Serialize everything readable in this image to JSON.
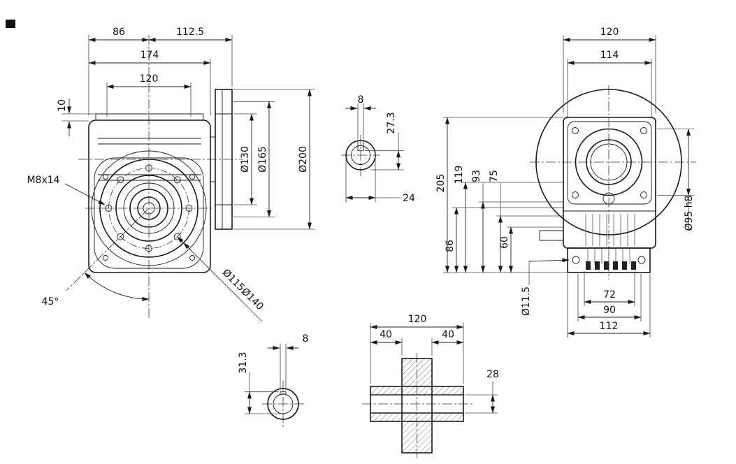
{
  "colors": {
    "line": "#1a1a1a",
    "background": "#ffffff"
  },
  "views": {
    "front": {
      "d86": "86",
      "d112_5": "112.5",
      "d174": "174",
      "d120": "120",
      "d10": "10",
      "m8x14": "M8x14",
      "d130": "Ø130",
      "d165": "Ø165",
      "d200": "Ø200",
      "d115": "Ø115",
      "d140": "Ø140",
      "a45": "45°"
    },
    "input_shaft": {
      "d8": "8",
      "d27_3": "27.3",
      "d24": "24"
    },
    "side": {
      "d120": "120",
      "d114": "114",
      "d205": "205",
      "d119": "119",
      "d93": "93",
      "d75": "75",
      "d86": "86",
      "d60": "60",
      "d95h8": "Ø95 h8",
      "d11_5": "Ø11.5",
      "d72": "72",
      "d90": "90",
      "d112": "112"
    },
    "output_shaft": {
      "d8": "8",
      "d31_3": "31.3"
    },
    "coupling": {
      "d120": "120",
      "d40_left": "40",
      "d40_right": "40",
      "d28": "28"
    }
  }
}
